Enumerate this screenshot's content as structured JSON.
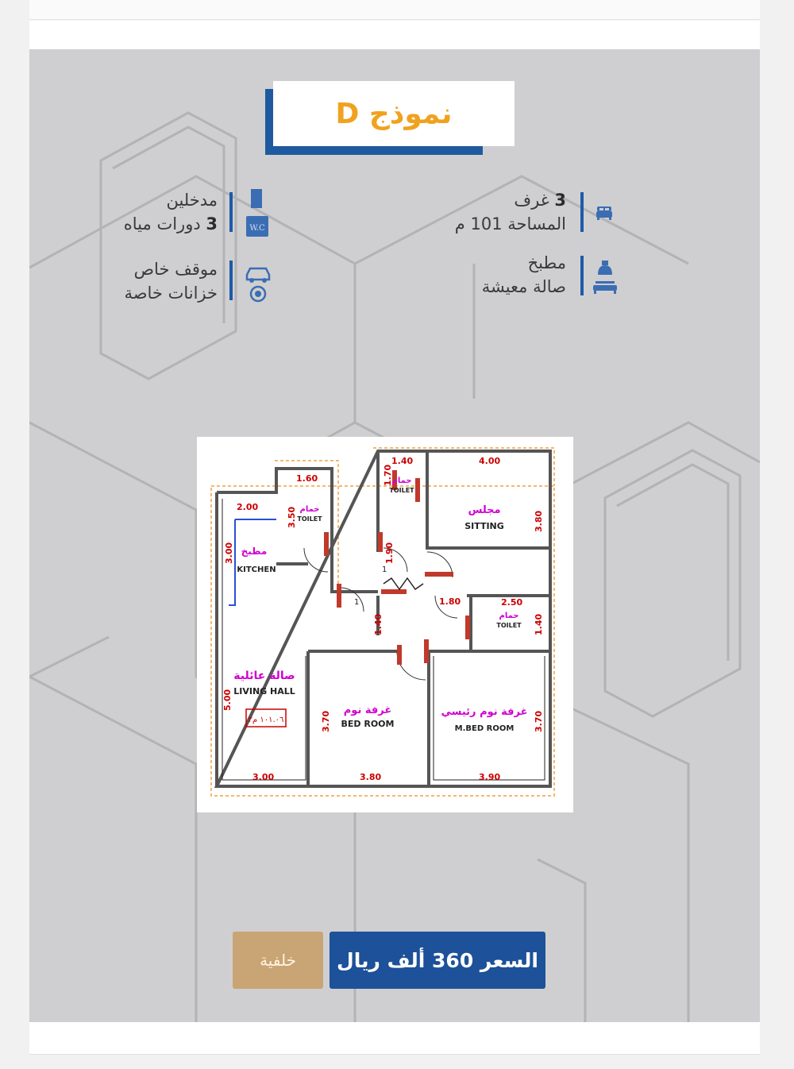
{
  "title": "نموذج D",
  "features": {
    "rooms": {
      "count": "3",
      "label": "غرف",
      "icon": "bed-icon"
    },
    "area": {
      "label": "المساحة 101 م",
      "icon": "bed-icon"
    },
    "entrances": {
      "label": "مدخلين",
      "icon": "door-icon"
    },
    "bathrooms": {
      "count": "3",
      "label": "دورات مياه",
      "icon": "wc-icon"
    },
    "kitchen": {
      "label": "مطبخ",
      "icon": "kitchen-icon"
    },
    "living": {
      "label": "صالة معيشة",
      "icon": "sofa-icon"
    },
    "parking": {
      "label": "موقف خاص",
      "icon": "car-icon"
    },
    "tanks": {
      "label": "خزانات خاصة",
      "icon": "water-tank-icon"
    }
  },
  "floorplan": {
    "rooms": [
      {
        "ar": "مجلس",
        "en": "SITTING"
      },
      {
        "ar": "حمام",
        "en": "TOILET"
      },
      {
        "ar": "مطبخ",
        "en": "KITCHEN"
      },
      {
        "ar": "صالة عائلية",
        "en": "LIVING HALL"
      },
      {
        "ar": "غرفة نوم",
        "en": "BED ROOM"
      },
      {
        "ar": "غرفة نوم رئيسي",
        "en": "M.BED ROOM"
      }
    ],
    "area_tag": "١٠١.٠٦ م٢",
    "dims": [
      "1.40",
      "4.00",
      "1.60",
      "2.00",
      "2.50",
      "1.80",
      "1.70",
      "3.50",
      "3.00",
      "3.80",
      "1.90",
      "1.40",
      "1.40",
      "5.00",
      "3.70",
      "3.70",
      "3.00",
      "3.80",
      "3.90"
    ]
  },
  "buttons": {
    "price": "السعر 360 ألف ريال",
    "background": "خلفية"
  },
  "colors": {
    "accent": "#1d5199",
    "title": "#f0a21f",
    "secondary": "#c9a474"
  }
}
